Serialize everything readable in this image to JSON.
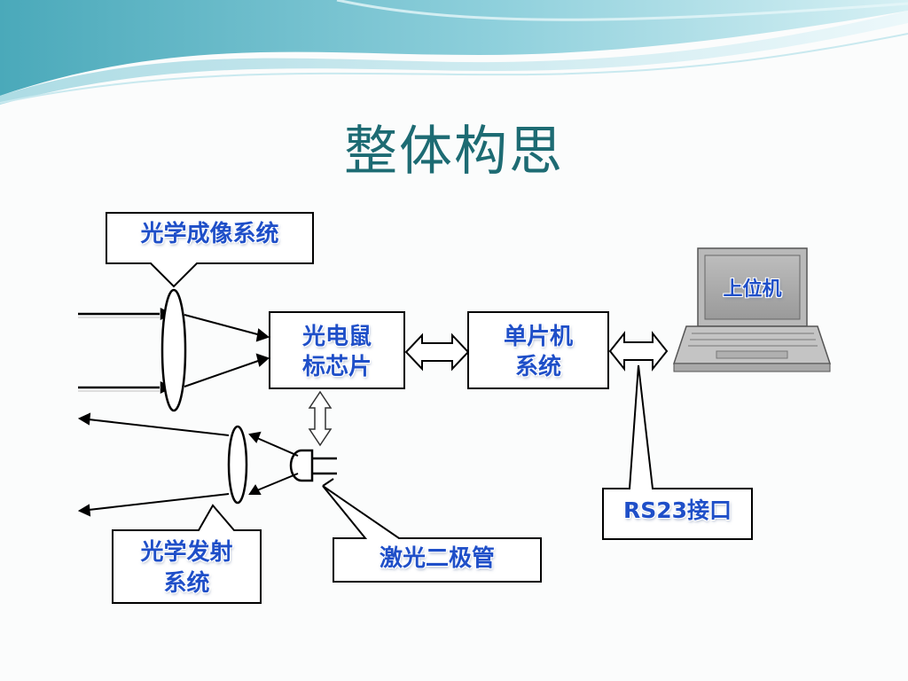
{
  "title": "整体构思",
  "labels": {
    "imaging_system": "光学成像系统",
    "mouse_chip_line1": "光电鼠",
    "mouse_chip_line2": "标芯片",
    "mcu_line1": "单片机",
    "mcu_line2": "系统",
    "host": "上位机",
    "rs232": "RS23接口",
    "emission_line1": "光学发射",
    "emission_line2": "系统",
    "laser_diode": "激光二极管"
  },
  "colors": {
    "title": "#1d6b73",
    "label_text": "#1f4fc8",
    "header_wave_dark": "#3fa8b8",
    "header_wave_light": "#bfe6ee"
  }
}
